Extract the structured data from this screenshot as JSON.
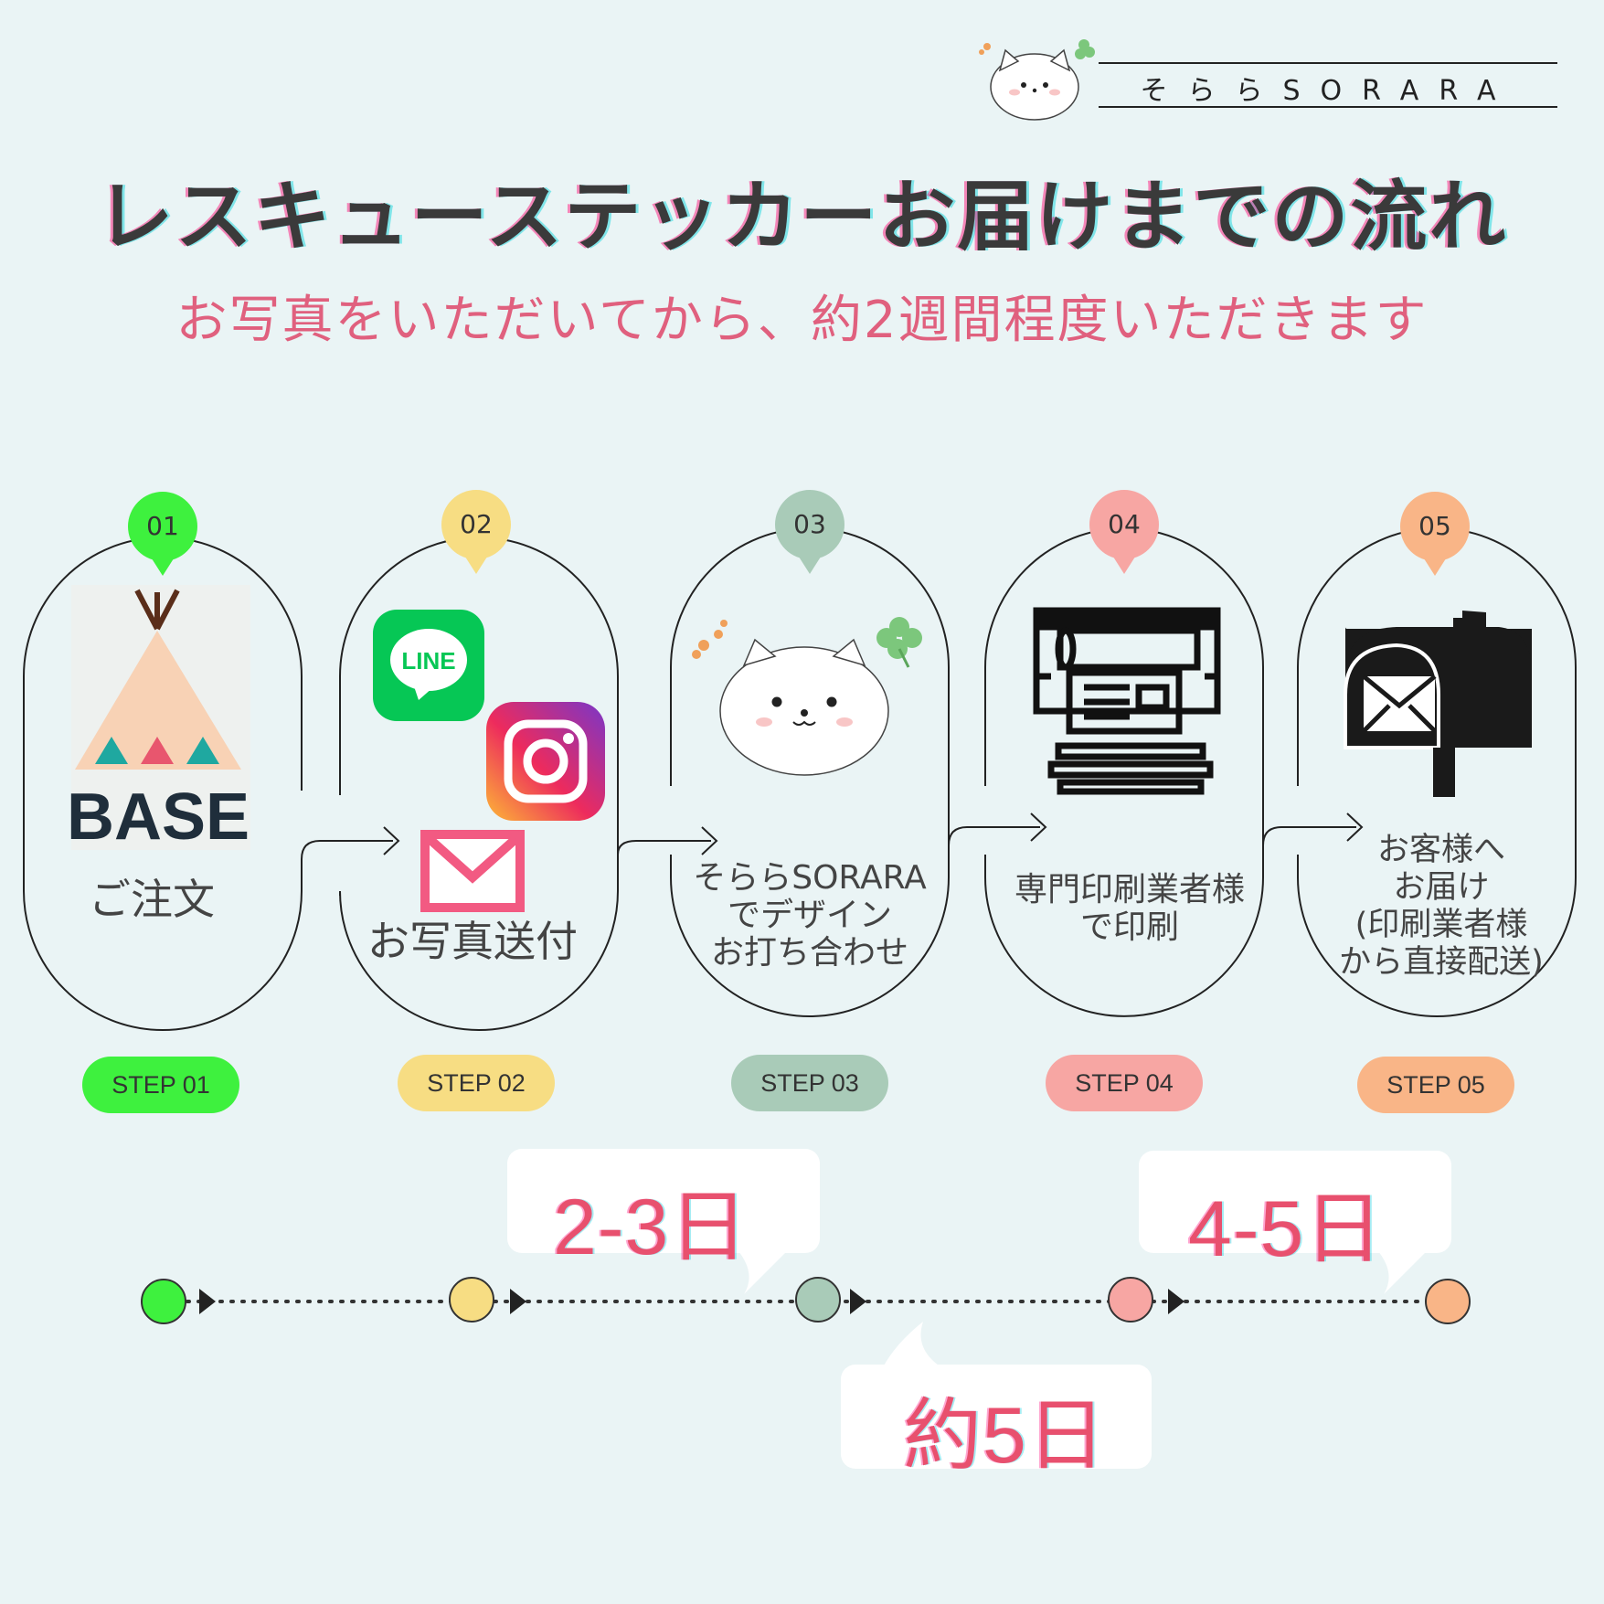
{
  "brand": {
    "name": "そららSORARA"
  },
  "title": "レスキューステッカーお届けまでの流れ",
  "subtitle": "お写真をいただいてから、約2週間程度いただきます",
  "logos": {
    "base": "BASE",
    "line": "LINE"
  },
  "steps": [
    {
      "number": "01",
      "label": "ご注文",
      "pill": "STEP 01",
      "color": "#3ef13e"
    },
    {
      "number": "02",
      "label": "お写真送付",
      "pill": "STEP 02",
      "color": "#f7dd83"
    },
    {
      "number": "03",
      "label_lines": [
        "そららSORARA",
        "でデザイン",
        "お打ち合わせ"
      ],
      "pill": "STEP 03",
      "color": "#a9cbb8"
    },
    {
      "number": "04",
      "label_lines": [
        "専門印刷業者様",
        "で印刷"
      ],
      "pill": "STEP 04",
      "color": "#f7a6a3"
    },
    {
      "number": "05",
      "label_lines": [
        "お客様へ",
        "お届け",
        "(印刷業者様",
        "から直接配送)"
      ],
      "pill": "STEP 05",
      "color": "#f9b587"
    }
  ],
  "durations": {
    "d1": "2-3日",
    "d2": "約5日",
    "d3": "4-5日"
  },
  "icons": [
    "cat-mascot-icon",
    "paw-icon",
    "clover-icon",
    "teepee-icon",
    "line-icon",
    "instagram-icon",
    "mail-icon",
    "printer-icon",
    "mailbox-icon",
    "arrow-icon"
  ]
}
